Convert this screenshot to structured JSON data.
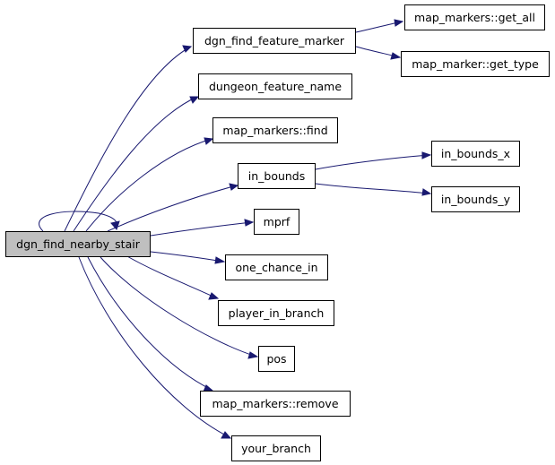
{
  "diagram": {
    "colors": {
      "edge": "#191970",
      "root_fill": "#bfbfbf",
      "node_fill": "#ffffff",
      "border": "#000000"
    },
    "nodes": {
      "dgn_find_nearby_stair": "dgn_find_nearby_stair",
      "dgn_find_feature_marker": "dgn_find_feature_marker",
      "map_markers_get_all": "map_markers::get_all",
      "map_marker_get_type": "map_marker::get_type",
      "dungeon_feature_name": "dungeon_feature_name",
      "map_markers_find": "map_markers::find",
      "in_bounds": "in_bounds",
      "in_bounds_x": "in_bounds_x",
      "in_bounds_y": "in_bounds_y",
      "mprf": "mprf",
      "one_chance_in": "one_chance_in",
      "player_in_branch": "player_in_branch",
      "pos": "pos",
      "map_markers_remove": "map_markers::remove",
      "your_branch": "your_branch"
    }
  }
}
